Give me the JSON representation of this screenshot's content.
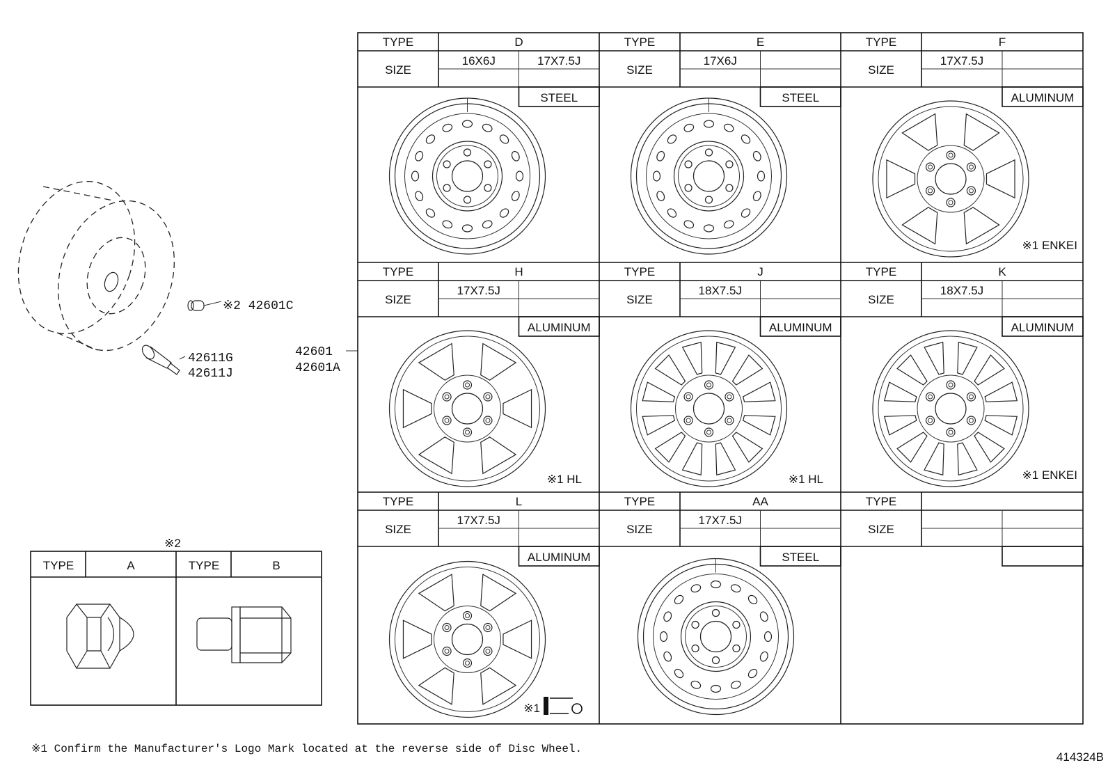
{
  "diagram_code": "414324B",
  "footnote": "※1 Confirm the Manufacturer's Logo Mark located at the reverse side of Disc Wheel.",
  "callouts": {
    "nut": "※2 42601C",
    "valve_1": "42611G",
    "valve_2": "42611J",
    "wheel_1": "42601",
    "wheel_2": "42601A"
  },
  "nut_table": {
    "note": "※2",
    "type_label": "TYPE",
    "types": [
      "A",
      "B"
    ]
  },
  "wheel_table": {
    "type_label": "TYPE",
    "size_label": "SIZE",
    "cells": [
      {
        "type": "D",
        "sizes": [
          "16X6J",
          "17X7.5J"
        ],
        "material": "STEEL",
        "logo": ""
      },
      {
        "type": "E",
        "sizes": [
          "17X6J",
          ""
        ],
        "material": "STEEL",
        "logo": ""
      },
      {
        "type": "F",
        "sizes": [
          "17X7.5J",
          ""
        ],
        "material": "ALUMINUM",
        "logo": "※1 ENKEI"
      },
      {
        "type": "H",
        "sizes": [
          "17X7.5J",
          ""
        ],
        "material": "ALUMINUM",
        "logo": "※1 HL"
      },
      {
        "type": "J",
        "sizes": [
          "18X7.5J",
          ""
        ],
        "material": "ALUMINUM",
        "logo": "※1 HL"
      },
      {
        "type": "K",
        "sizes": [
          "18X7.5J",
          ""
        ],
        "material": "ALUMINUM",
        "logo": "※1 ENKEI"
      },
      {
        "type": "L",
        "sizes": [
          "17X7.5J",
          ""
        ],
        "material": "ALUMINUM",
        "logo": "※1"
      },
      {
        "type": "AA",
        "sizes": [
          "17X7.5J",
          ""
        ],
        "material": "STEEL",
        "logo": ""
      },
      {
        "type": "",
        "sizes": [
          "",
          ""
        ],
        "material": "",
        "logo": ""
      }
    ]
  }
}
